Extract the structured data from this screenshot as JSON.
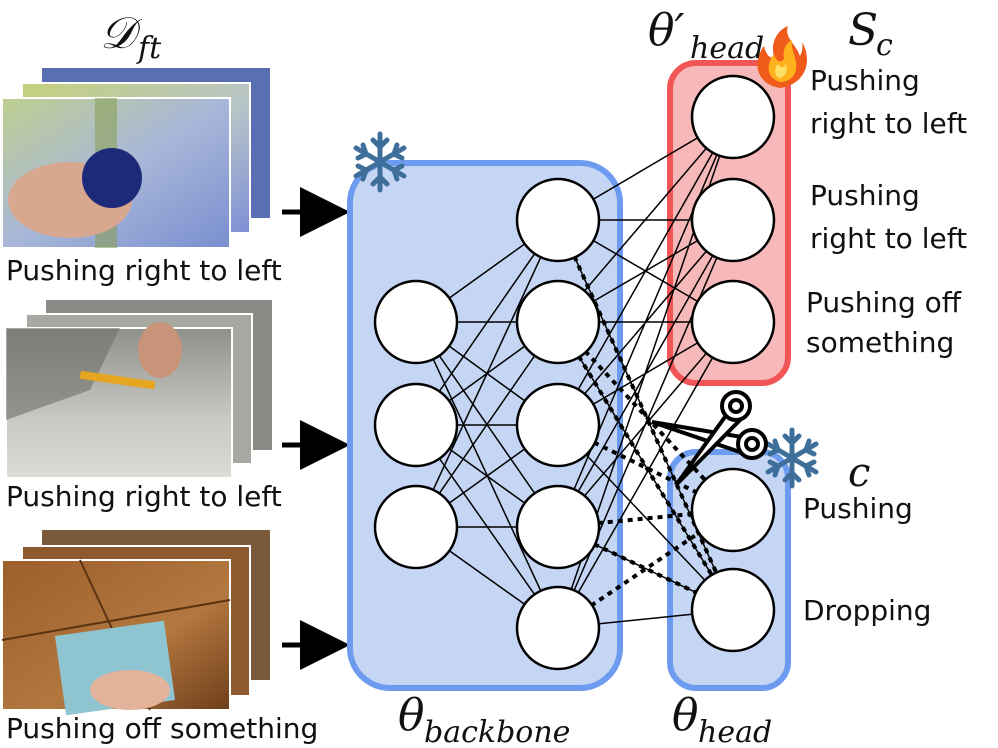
{
  "diagram": {
    "dataset_symbol": "𝒟",
    "dataset_subscript": "ft",
    "theta_head_new_symbol": "θ′",
    "theta_head_new_subscript": "head",
    "sc_symbol": "S",
    "sc_subscript": "c",
    "c_symbol": "c",
    "theta_backbone_symbol": "θ",
    "theta_backbone_subscript": "backbone",
    "theta_head_symbol": "θ",
    "theta_head_subscript": "head",
    "clip_labels": [
      "Pushing right to left",
      "Pushing right to left",
      "Pushing off something"
    ],
    "new_class_labels": [
      {
        "line1": "Pushing",
        "line2": "right to left"
      },
      {
        "line1": "Pushing",
        "line2": "right to left"
      },
      {
        "line1": "Pushing off",
        "line2": "something"
      }
    ],
    "old_class_labels": [
      "Pushing",
      "Dropping"
    ],
    "icons": {
      "frozen_backbone": "snowflake-icon",
      "frozen_head": "snowflake-icon",
      "trainable_head": "fire-icon",
      "cut": "scissors-icon"
    },
    "colors": {
      "backbone_fill": "#c5d6f5",
      "backbone_stroke": "#6d9bf0",
      "head_new_fill": "#f6b8b8",
      "head_new_stroke": "#f25555",
      "head_old_fill": "#c5d6f5",
      "head_old_stroke": "#6d9bf0",
      "snowflake": "#3e6f9a"
    }
  }
}
